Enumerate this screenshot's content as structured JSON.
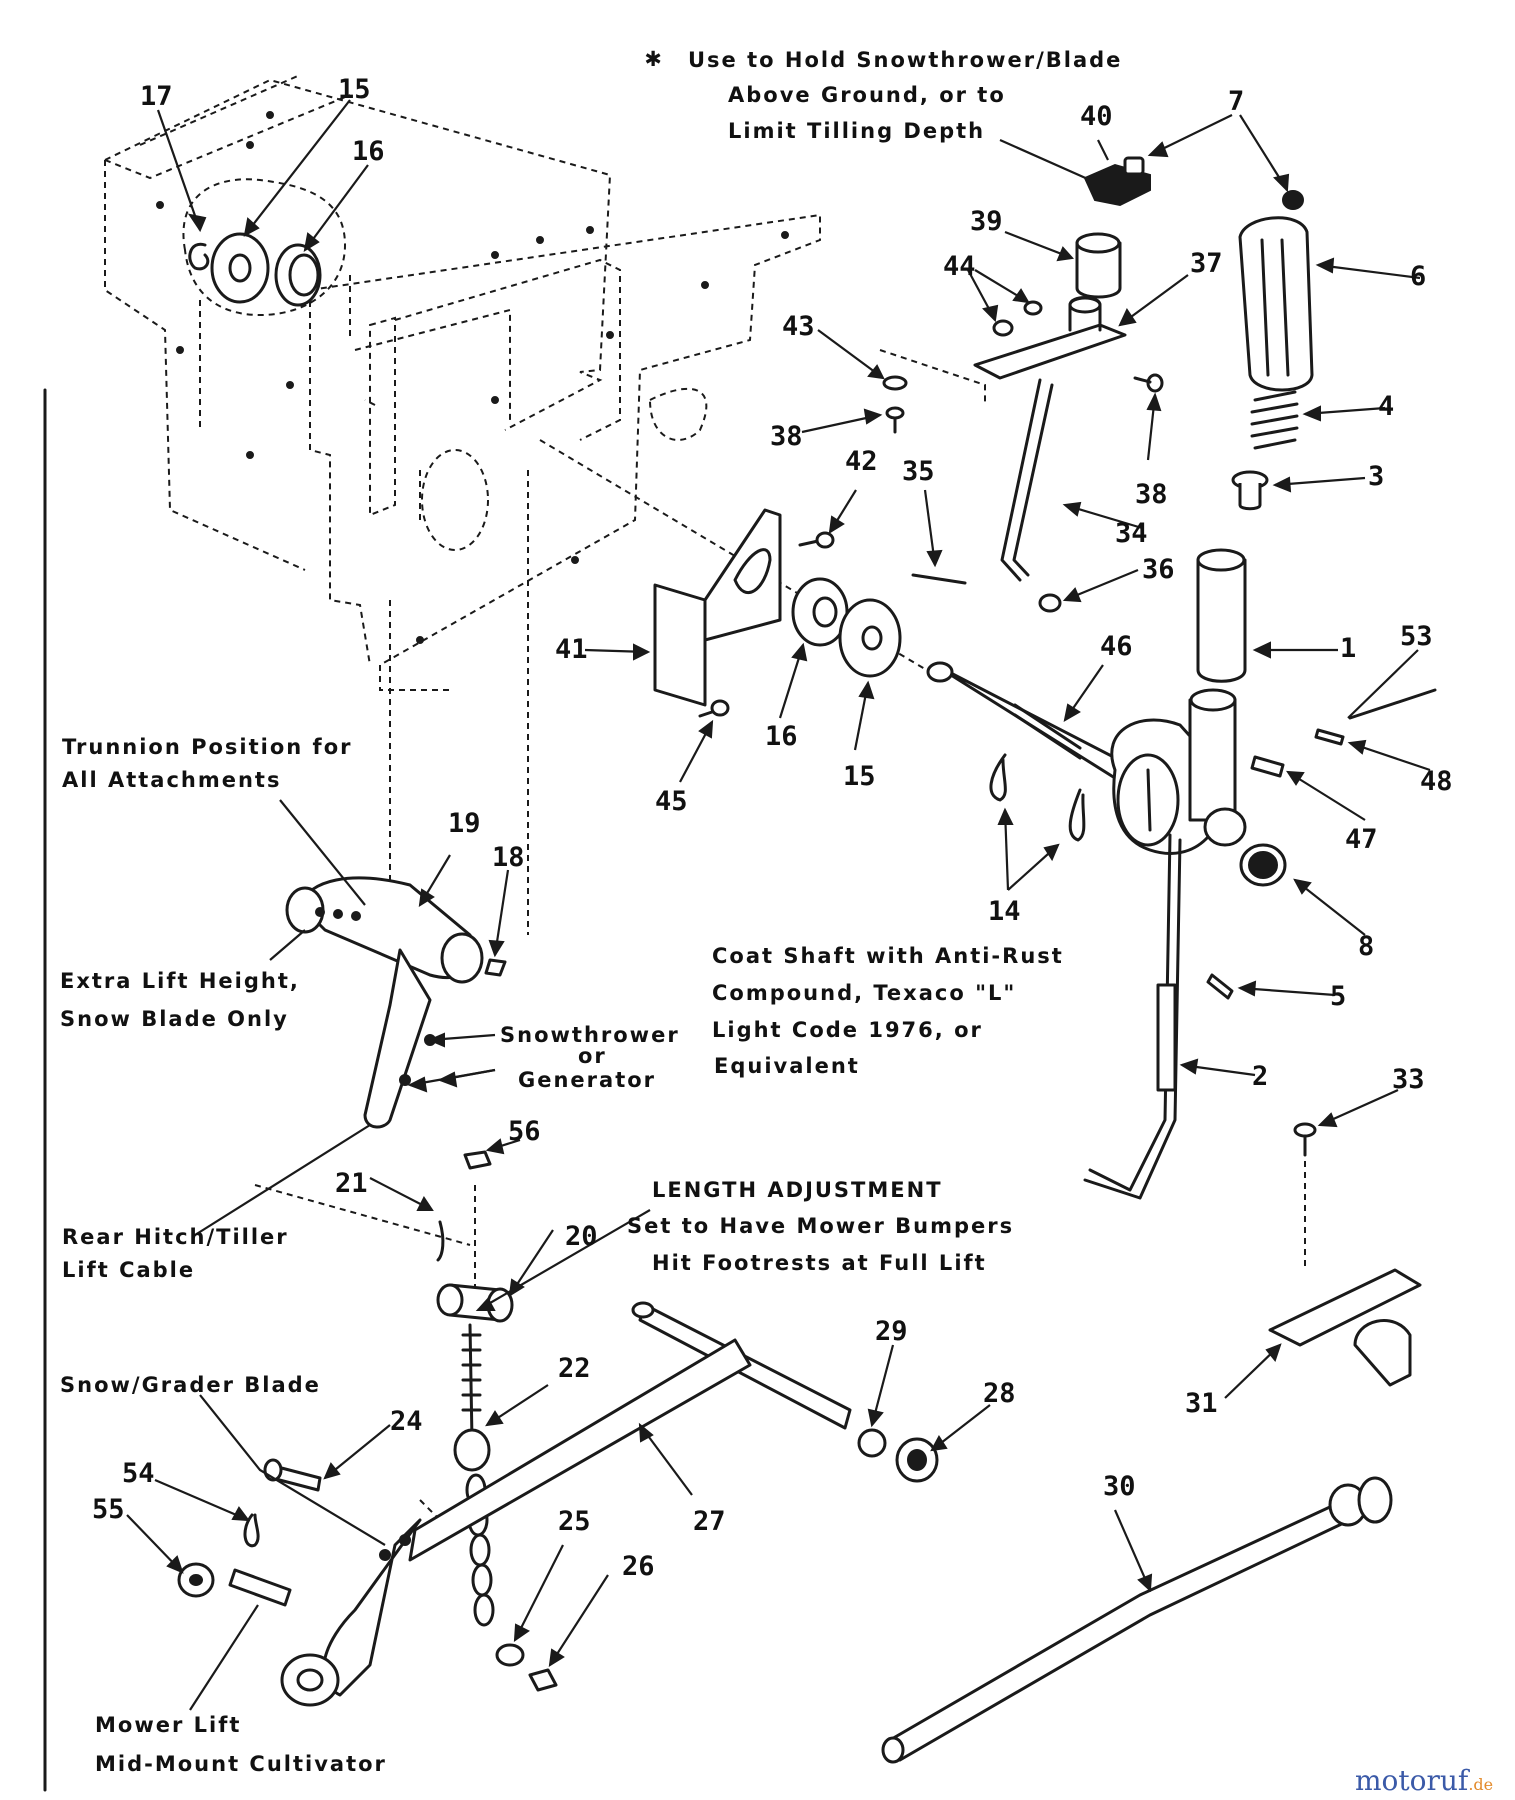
{
  "callouts": [
    {
      "id": "c17",
      "text": "17"
    },
    {
      "id": "c15a",
      "text": "15"
    },
    {
      "id": "c16a",
      "text": "16"
    },
    {
      "id": "c40",
      "text": "40"
    },
    {
      "id": "c7",
      "text": "7"
    },
    {
      "id": "c39",
      "text": "39"
    },
    {
      "id": "c37",
      "text": "37"
    },
    {
      "id": "c44",
      "text": "44"
    },
    {
      "id": "c43",
      "text": "43"
    },
    {
      "id": "c6",
      "text": "6"
    },
    {
      "id": "c38a",
      "text": "38"
    },
    {
      "id": "c42",
      "text": "42"
    },
    {
      "id": "c35",
      "text": "35"
    },
    {
      "id": "c38b",
      "text": "38"
    },
    {
      "id": "c4",
      "text": "4"
    },
    {
      "id": "c3",
      "text": "3"
    },
    {
      "id": "c34",
      "text": "34"
    },
    {
      "id": "c36",
      "text": "36"
    },
    {
      "id": "c41",
      "text": "41"
    },
    {
      "id": "c46",
      "text": "46"
    },
    {
      "id": "c1",
      "text": "1"
    },
    {
      "id": "c53",
      "text": "53"
    },
    {
      "id": "c16b",
      "text": "16"
    },
    {
      "id": "c15b",
      "text": "15"
    },
    {
      "id": "c45",
      "text": "45"
    },
    {
      "id": "c48",
      "text": "48"
    },
    {
      "id": "c47",
      "text": "47"
    },
    {
      "id": "c19",
      "text": "19"
    },
    {
      "id": "c18",
      "text": "18"
    },
    {
      "id": "c14",
      "text": "14"
    },
    {
      "id": "c8",
      "text": "8"
    },
    {
      "id": "c5",
      "text": "5"
    },
    {
      "id": "c2",
      "text": "2"
    },
    {
      "id": "c33",
      "text": "33"
    },
    {
      "id": "c56",
      "text": "56"
    },
    {
      "id": "c21",
      "text": "21"
    },
    {
      "id": "c20",
      "text": "20"
    },
    {
      "id": "c22",
      "text": "22"
    },
    {
      "id": "c29",
      "text": "29"
    },
    {
      "id": "c28",
      "text": "28"
    },
    {
      "id": "c31",
      "text": "31"
    },
    {
      "id": "c24",
      "text": "24"
    },
    {
      "id": "c27",
      "text": "27"
    },
    {
      "id": "c54",
      "text": "54"
    },
    {
      "id": "c55",
      "text": "55"
    },
    {
      "id": "c25",
      "text": "25"
    },
    {
      "id": "c26",
      "text": "26"
    },
    {
      "id": "c30",
      "text": "30"
    }
  ],
  "notes": {
    "star_line1": "Use to Hold Snowthrower/Blade",
    "star_line2": "Above Ground, or to",
    "star_line3": "Limit Tilling Depth",
    "trunnion_line1": "Trunnion Position for",
    "trunnion_line2": "All Attachments",
    "extra_line1": "Extra Lift Height,",
    "extra_line2": "Snow Blade Only",
    "snowthrower_line1": "Snowthrower",
    "snowthrower_line2": "or",
    "snowthrower_line3": "Generator",
    "coat_line1": "Coat Shaft with Anti-Rust",
    "coat_line2": "Compound, Texaco \"L\"",
    "coat_line3": "Light Code 1976, or",
    "coat_line4": "Equivalent",
    "length_line1": "LENGTH ADJUSTMENT",
    "length_line2": "Set to Have Mower Bumpers",
    "length_line3": "Hit Footrests at Full Lift",
    "rear_line1": "Rear Hitch/Tiller",
    "rear_line2": "Lift Cable",
    "snow_grader": "Snow/Grader Blade",
    "mower_line1": "Mower Lift",
    "mower_line2": "Mid-Mount Cultivator"
  },
  "watermark": {
    "main": "motoruf",
    "suffix": ".de"
  },
  "colors": {
    "ink": "#1a1a1a",
    "watermark_blue": "#3b5aa8",
    "watermark_orange": "#e38b2c"
  }
}
